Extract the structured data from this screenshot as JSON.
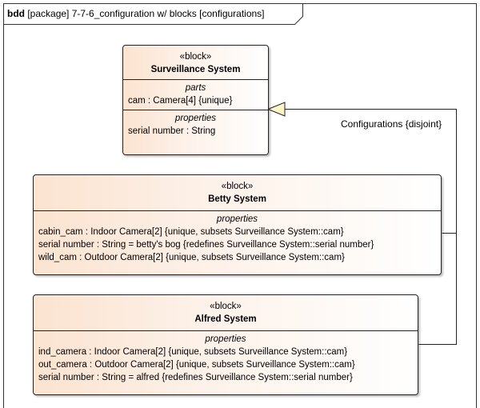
{
  "diagram": {
    "kind_label": "bdd",
    "header_text": "[package] 7-7-6_configuration w/ blocks [configurations]"
  },
  "blocks": {
    "surveillance": {
      "stereotype": "«block»",
      "name": "Surveillance System",
      "parts_title": "parts",
      "parts": [
        "cam : Camera[4] {unique}"
      ],
      "properties_title": "properties",
      "properties": [
        "serial number : String"
      ]
    },
    "betty": {
      "stereotype": "«block»",
      "name": "Betty System",
      "properties_title": "properties",
      "properties": [
        "cabin_cam : Indoor Camera[2] {unique, subsets Surveillance System::cam}",
        "serial number : String = betty's bog {redefines Surveillance System::serial number}",
        "wild_cam : Outdoor Camera[2] {unique, subsets Surveillance System::cam}"
      ]
    },
    "alfred": {
      "stereotype": "«block»",
      "name": "Alfred System",
      "properties_title": "properties",
      "properties": [
        "ind_camera : Indoor Camera[2] {unique, subsets Surveillance System::cam}",
        "out_camera : Outdoor Camera[2] {unique, subsets Surveillance System::cam}",
        "serial number : String = alfred {redefines Surveillance System::serial number}"
      ]
    }
  },
  "generalization_set": {
    "label": "Configurations {disjoint}"
  }
}
